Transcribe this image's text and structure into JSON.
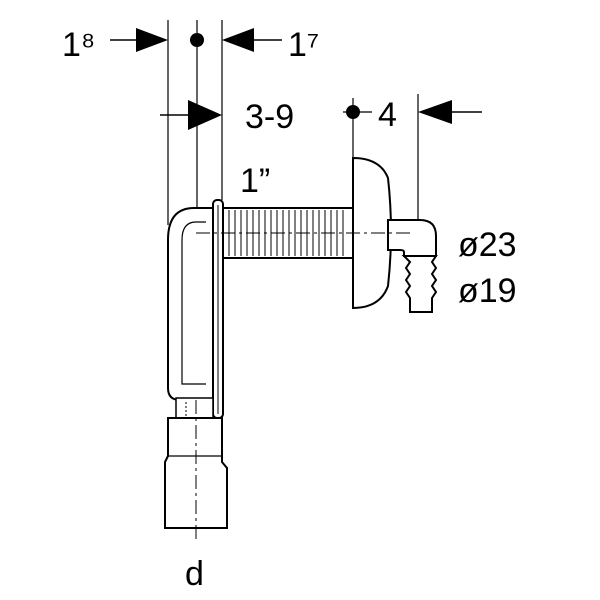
{
  "dimensions": {
    "left_offset": "1⁸",
    "right_offset": "1⁷",
    "adjust_range": "3-9",
    "outlet_offset": "4",
    "thread_size": "1”",
    "outer_diameter": "ø23",
    "inner_diameter": "ø19",
    "drain_label": "d"
  },
  "colors": {
    "line": "#000000",
    "fill": "#ffffff"
  }
}
